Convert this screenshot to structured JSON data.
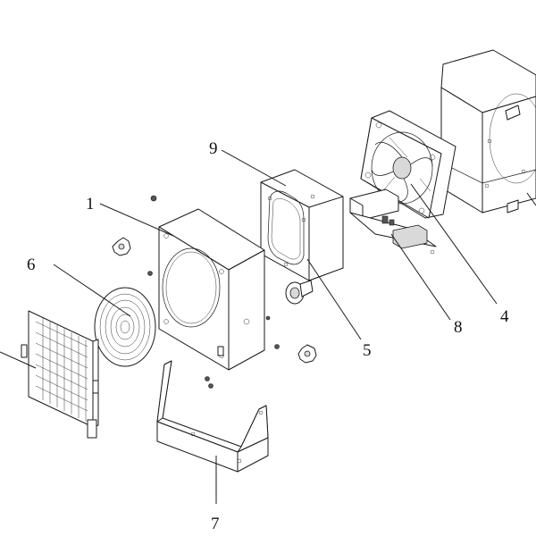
{
  "callouts": [
    {
      "id": "1",
      "label": "1"
    },
    {
      "id": "2",
      "label": ""
    },
    {
      "id": "3",
      "label": ""
    },
    {
      "id": "4",
      "label": "4"
    },
    {
      "id": "5",
      "label": "5"
    },
    {
      "id": "6",
      "label": "6"
    },
    {
      "id": "7",
      "label": "7"
    },
    {
      "id": "8",
      "label": "8"
    },
    {
      "id": "9",
      "label": "9"
    }
  ]
}
